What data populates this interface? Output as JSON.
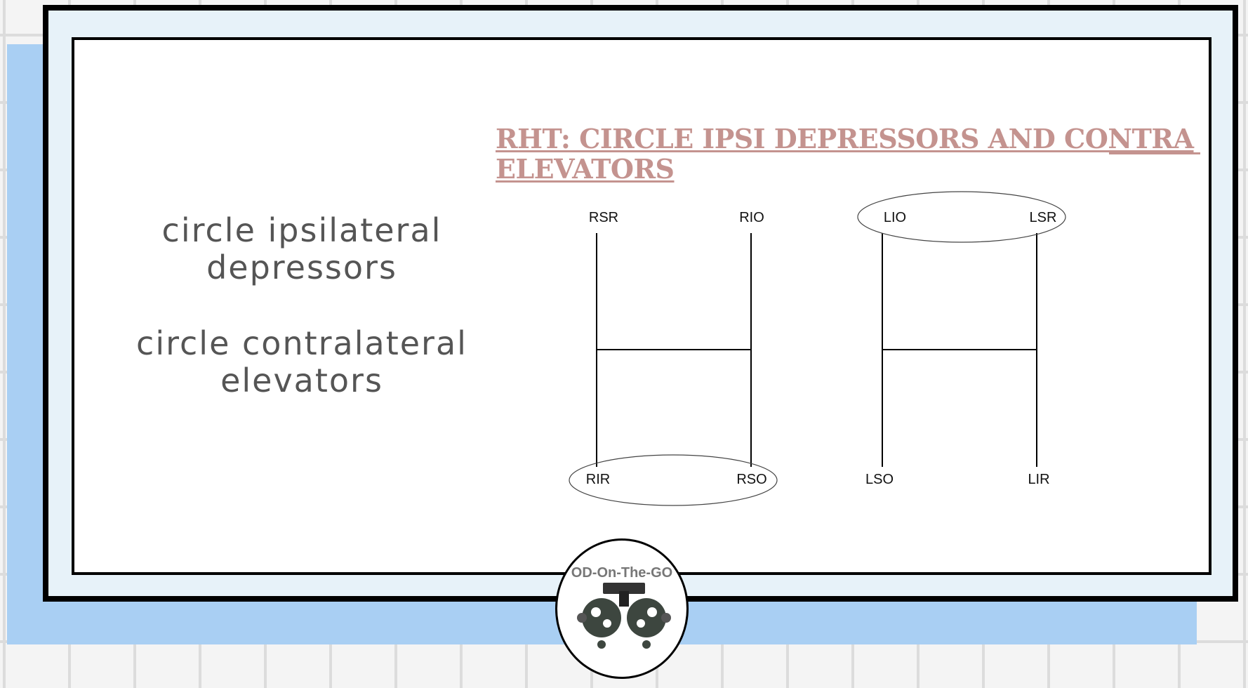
{
  "title": "RHT: CIRCLE IPSI DEPRESSORS AND CONTRA ELEVATORS",
  "left_text": {
    "line1": "circle ipsilateral depressors",
    "line2": "circle contralateral elevators"
  },
  "right_eye": {
    "top_left": "RSR",
    "top_right": "RIO",
    "bottom_left": "RIR",
    "bottom_right": "RSO"
  },
  "left_eye": {
    "top_left": "LIO",
    "top_right": "LSR",
    "bottom_left": "LSO",
    "bottom_right": "LIR"
  },
  "circled": [
    "RIR",
    "RSO",
    "LIO",
    "LSR"
  ],
  "logo": {
    "text": "OD-On-The-GO",
    "icon": "phoropter-icon"
  },
  "colors": {
    "title": "#c4938f",
    "accent_block": "#a9cff3",
    "frame_fill": "#e7f2f9",
    "body_text": "#555555"
  }
}
